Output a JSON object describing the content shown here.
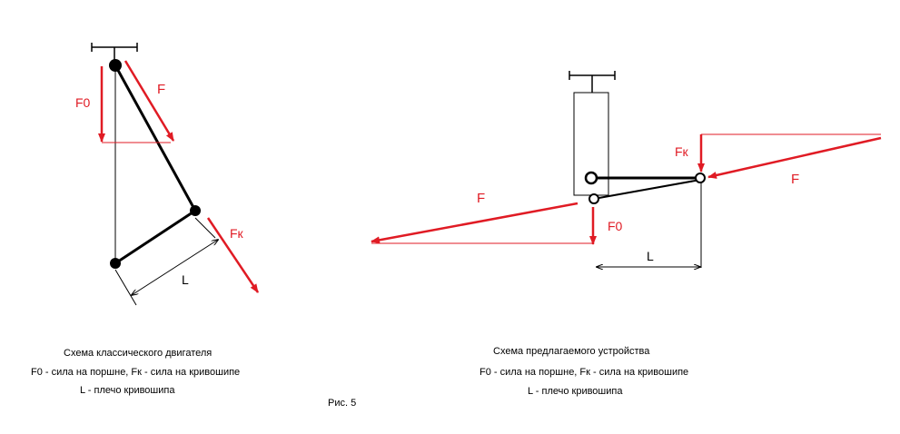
{
  "colors": {
    "force": "#e01b24",
    "line": "#000000",
    "background": "#ffffff"
  },
  "left_scheme": {
    "labels": {
      "f0": "F0",
      "f": "F",
      "fk": "Fк",
      "l": "L"
    },
    "captions": {
      "title": "Схема классического двигателя",
      "forces": "F0 - сила на поршне, Fк - сила на кривошипе",
      "lever": "L - плечо кривошипа"
    }
  },
  "right_scheme": {
    "labels": {
      "fk": "Fк",
      "f_right": "F",
      "f_left": "F",
      "f0": "F0",
      "l": "L"
    },
    "captions": {
      "title": "Схема предлагаемого устройства",
      "forces": "F0 - сила на поршне, Fк - сила на кривошипе",
      "lever": "L - плечо кривошипа"
    }
  },
  "figure_caption": "Рис. 5"
}
